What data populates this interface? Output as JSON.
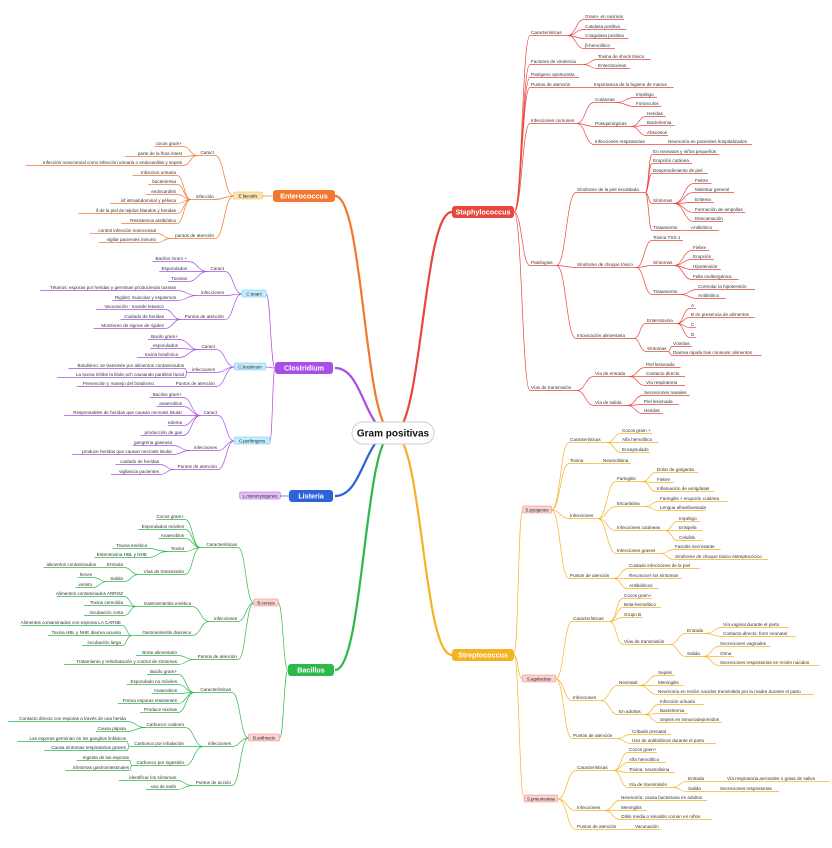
{
  "central": "Gram positivas",
  "colors": {
    "staph": "#e8453c",
    "strep": "#f5b324",
    "entero": "#f27830",
    "clostridium": "#a94ee6",
    "listeria": "#2d63d9",
    "bacillus": "#2db84b"
  },
  "branches": {
    "staph": "Staphylococcus",
    "strep": "Streptococcus",
    "entero": "Enterococcus",
    "clostridium": "Clostridium",
    "listeria": "Listeria",
    "bacillus": "Bacillus"
  },
  "tags": {
    "entero": "E.faecalis",
    "ctetani": "C.tetani",
    "cbotulinum": "C.botulinum",
    "cperfringens": "C.perfringens",
    "listeria": "L.monocytogenes",
    "bcereus": "B.cereus",
    "banthracis": "B.anthracis",
    "spyogenes": "S.pyogenes",
    "sagalactiae": "S.agalactiae",
    "spneumoniae": "S.pneumoniae"
  },
  "labels": {
    "s_car": "Características",
    "s_car1": "Gram+ en racimos",
    "s_car2": "Catalasa positiva",
    "s_car3": "Coagulasa positiva",
    "s_car4": "β-hemolítico",
    "s_fv": "Factores de virulencia",
    "s_fv1": "Toxina de shock tóxico",
    "s_fv2": "Enterotoxinas",
    "s_port": "Patógeno oportunista",
    "s_pa": "Puntos de atención",
    "s_pa1": "Importancia de la higiene de manos",
    "s_ic": "Infecciones comunes",
    "s_cut": "Cutáneas",
    "s_cut1": "Impétigo",
    "s_cut2": "Forúnculos",
    "s_pq": "Postquirúrgicas",
    "s_pq1": "Heridas",
    "s_pq2": "Bacteriemia",
    "s_pq3": "Abscesos",
    "s_ir": "Infecciones respiratorias",
    "s_ir1": "Neumonía en pacientes hospitalizados",
    "s_pat": "Patologías",
    "s_sps": "Síndrome de la piel escaldada",
    "s_sps1": "En neonatos y niños pequeños",
    "s_sps2": "Erupción cutánea",
    "s_sps3": "Desprendimiento de piel",
    "s_sin": "Síntomas",
    "s_sin1": "Fiebre",
    "s_sin2": "Malestar general",
    "s_sin3": "Eritema",
    "s_sin4": "Formación de ampollas",
    "s_sin5": "Descamación",
    "s_trat": "Tratamiento",
    "s_trat1": "Antibiótico",
    "s_sst": "Síndrome de choque tóxico",
    "s_sst1": "Toxina TSS-1",
    "s_sin_b": "Síntomas",
    "s_sinb1": "Fiebre",
    "s_sinb2": "Erupción",
    "s_sinb3": "Hipotensión",
    "s_sinb4": "Falla multiorgánica",
    "s_tratb": "Tratamiento",
    "s_tratb1": "Controlar la hipotensión",
    "s_tratb2": "Antibiótico",
    "s_ia": "Intoxicación alimentaria",
    "s_ent": "Enterotoxina",
    "s_ent1": "A",
    "s_ent2": "B en presencia de alimentos",
    "s_ent3": "C",
    "s_ent4": "D",
    "s_sinc": "Síntomas",
    "s_sinc1": "Vómitos",
    "s_sinc2": "Diarrea rápida tras consumir alimentos",
    "s_vt": "Vías de transmisión",
    "s_ve": "Vía de entrada",
    "s_ve1": "Piel lesionada",
    "s_ve2": "Contacto directo",
    "s_ve3": "Vía respiratoria",
    "s_vs": "Vía de salida",
    "s_vs1": "Secreciones nasales",
    "s_vs2": "Piel lesionada",
    "s_vs3": "Heridas",
    "p_car": "Características",
    "p_car1": "Cocos gram +",
    "p_car2": "Alfa hemolítico",
    "p_car3": "Encapsulado",
    "p_tox": "Toxina",
    "p_tox1": "Neumolisina",
    "p_inf": "Infecciones",
    "p_far": "Faringitis",
    "p_far1": "Dolor de garganta",
    "p_far2": "Fiebre",
    "p_far3": "Inflamación de amígdalas",
    "p_esc": "Escarlatina",
    "p_esc1": "Faringitis + erupción cutánea",
    "p_esc2": "Lengua aframbuesada",
    "p_icu": "Infecciones cutáneas",
    "p_icu1": "Impétigo",
    "p_icu2": "Erisipela",
    "p_icu3": "Celulitis",
    "p_igr": "Infecciones graves",
    "p_igr1": "Fascitis necrosante",
    "p_igr2": "Síndrome de choque tóxico estreptocócico",
    "p_pa": "Puntos de atención",
    "p_pa1": "Cuidado infecciones de la piel",
    "p_pa2": "Reconocer los síntomas",
    "p_pa3": "Antibióticos",
    "a_car": "Características",
    "a_car1": "Cocos gram+",
    "a_car2": "Beta-hemolítico",
    "a_car3": "Grupo B",
    "a_vt": "Vías de transmisión",
    "a_en": "Entrada",
    "a_en1": "Vía vaginal durante el parto",
    "a_en2": "Contacto directo: form neonatal",
    "a_sa": "Salida",
    "a_sa1": "Secreciones vaginales",
    "a_sa2": "Orina",
    "a_sa3": "Secreciones respiratorias en recién nacidos",
    "a_inf": "Infecciones",
    "a_neo": "Neonatal",
    "a_neo1": "Sepsis",
    "a_neo2": "Meningitis",
    "a_neo3": "Neumonía en recién nacidos transmitido por la madre durante el parto",
    "a_adu": "En adultos",
    "a_adu1": "Infección urinaria",
    "a_adu2": "Bacteriemia",
    "a_adu3": "Sepsis en inmunodeprimidos",
    "a_pa": "Puntos de atención",
    "a_pa1": "Cribado prenatal",
    "a_pa2": "Uso de antibióticos durante el parto",
    "n_car": "Características",
    "n_car1": "Cocos gram+",
    "n_car2": "Alfa hemolítico",
    "n_car3": "Toxina: neumolisina",
    "n_vt": "Vía de transmisión",
    "n_en": "Entrada",
    "n_en1": "Vía respiratoria aerosoles o gotas de saliva",
    "n_sa": "Salida",
    "n_sa1": "Secreciones respiratorias",
    "n_inf": "Infecciones",
    "n_inf1": "Neumonía: causa bacteriana en adultos",
    "n_inf2": "Meningitis",
    "n_inf3": "Otitis media o sinusitis común en niños",
    "n_pa": "Puntos de atención",
    "n_pa1": "Vacunación",
    "e_car": "Caract",
    "e_car1": "cocos gram+",
    "e_car2": "parte de la flora intest",
    "e_car3": "Infección nosocomial como infección urinaria o endocarditis y sepsis",
    "e_inf": "infección",
    "e_inf1": "Infeccion urinaria",
    "e_inf2": "bacteriemia",
    "e_inf3": "endocarditis",
    "e_inf4": "inf intraabdominal y pélvica",
    "e_inf5": "if de la piel de tejidos blandos y heridas",
    "e_inf6": "Resistencia antibiótica",
    "e_pa": "puntos de atención",
    "e_pa1": "control infección nosocomial",
    "e_pa2": "vigilar pacientes inmuno",
    "t_car": "Caract",
    "t_car1": "Bacilos Gram +",
    "t_car2": "Esporulados",
    "t_car3": "Toxinas",
    "t_inf": "infecciones",
    "t_inf1": "Tétanos: esporas por heridas y germinan produciendo toxinas",
    "t_inf2": "Rigidez muscular y espasmos",
    "t_pa": "Puntos de atención",
    "t_pa1": "Vacunación : toxoide tetanico",
    "t_pa2": "Cuidado de heridas",
    "t_pa3": "Monitoreo de signos de rigidez",
    "b_car": "Caract",
    "b_car1": "Bacilo gram+",
    "b_car2": "esporulados",
    "b_car3": "toxina botulínica",
    "b_inf": "infecciones",
    "b_inf1": "Botulismo: se transmite por alimentos contaminados",
    "b_inf2": "La toxina inhibe la libde ach causando parálisis facial",
    "b_pa": "Puntos de atención",
    "b_pa1": "Prevención y manejo del botulismo",
    "f_car": "Caract",
    "f_car1": "Bacilos gram+",
    "f_car2": "anaerobios",
    "f_car3": "Responsables de heridas que causan necrosis tisular",
    "f_car4": "edema",
    "f_car5": "producción de gas",
    "f_inf": "infecciones",
    "f_inf1": "gangrena gaseosa",
    "f_inf2": "produce heridas que causan necrosis tisular",
    "f_pa": "Puntos de atención",
    "f_pa1": "cuidado de heridas",
    "f_pa2": "vigilancia pacientes",
    "c_car": "Características",
    "c_car1": "Cocos gram+",
    "c_car2": "Esporulados móviles",
    "c_car3": "Anaerobios",
    "c_tox": "Toxina",
    "c_tox1": "Toxina emética",
    "c_tox2": "Enterotoxina HBL y NHE",
    "c_vt": "Vías de transmisión",
    "c_en": "Entrada",
    "c_en1": "alimentos contaminados",
    "c_sa": "Salida",
    "c_sa1": "heces",
    "c_sa2": "vomito",
    "c_inf": "infecciones",
    "c_ge": "Gastroenteritis emética",
    "c_ge1": "Alimentos contaminados ARROZ",
    "c_ge2": "Toxina cereulida",
    "c_ge3": "incubación corta",
    "c_gd": "Gastroenteritis diarreica",
    "c_gd1": "Alimentos contaminados con esporas LA CARNE",
    "c_gd2": "Toxina HBL y NHE diarrea acuosa",
    "c_gd3": "incubación larga",
    "c_pa": "Puntos de atención",
    "c_pa1": "Brote alimentario",
    "c_pa2": "Tratamiento y rehidratación y control de síntomas",
    "x_car": "Características",
    "x_car1": "Bacilo gram+",
    "x_car2": "Esporulado no móviles",
    "x_car3": "Anaerobios",
    "x_car4": "Forma esporas resistentes",
    "x_car5": "Produce toxinas",
    "x_inf": "infecciones",
    "x_cc": "Carbunco cutáneo",
    "x_cc1": "Contacto directo con esporas a través de una herida",
    "x_cc2": "Causa pápula",
    "x_ci": "Carbunco por inhalación",
    "x_ci1": "Las esporas germinan en los ganglios linfáticos",
    "x_ci2": "Causa síntomas respiratorios graves",
    "x_cg": "Carbunco por ingestión",
    "x_cg1": "Ingesta de las esporas",
    "x_cg2": "Síntomas gastrointestinales",
    "x_pa": "Puntos de acción",
    "x_pa1": "identificar los síntomas",
    "x_pa2": "uso de antib"
  }
}
